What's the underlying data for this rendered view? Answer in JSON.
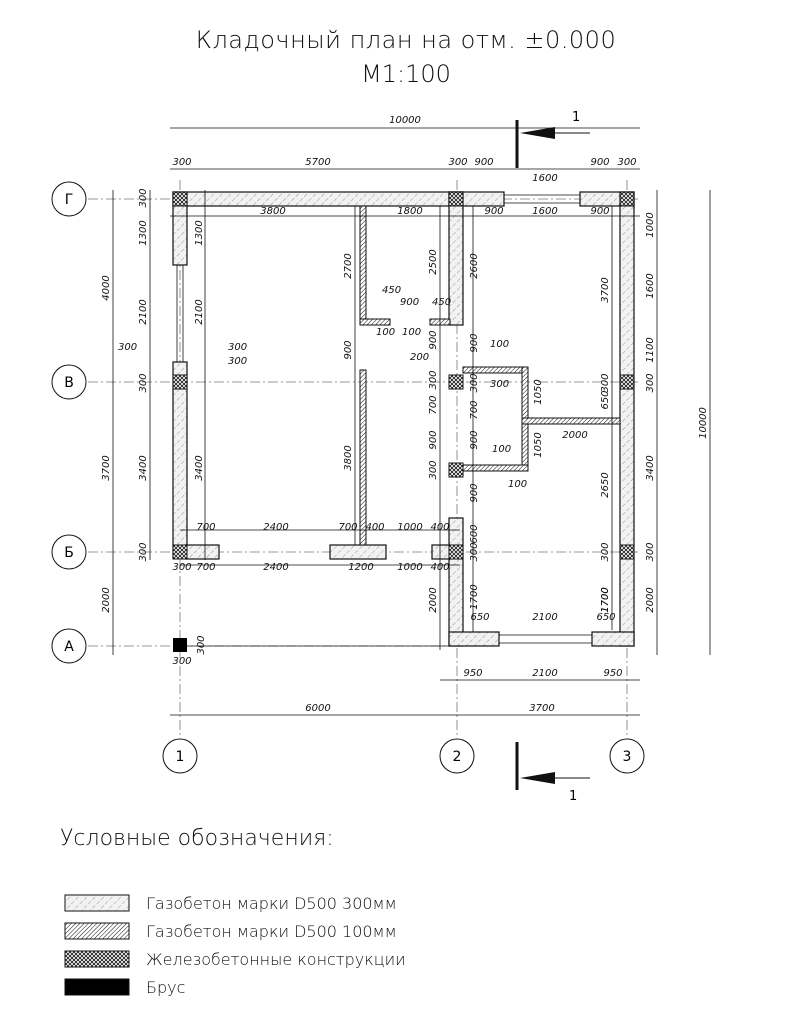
{
  "title": {
    "line1": "Кладочный план на отм. ±0.000",
    "line2": "М1:100"
  },
  "axes": {
    "letters": [
      "Г",
      "В",
      "Б",
      "А"
    ],
    "numbers": [
      "1",
      "2",
      "3"
    ]
  },
  "section_mark": "1",
  "dimensions": {
    "top_total": "10000",
    "top_row1": [
      "300",
      "5700",
      "300",
      "900",
      "1600",
      "900",
      "300"
    ],
    "top_row2": [
      "3800",
      "1800",
      "900",
      "1600",
      "900"
    ],
    "left_outer": [
      "4000",
      "3700",
      "2000"
    ],
    "left_inner": [
      "1300",
      "2100",
      "300",
      "3400",
      "300"
    ],
    "left_inner2": [
      "1300",
      "2100",
      "300",
      "300",
      "3400"
    ],
    "left_misc": [
      "300",
      "300",
      "300",
      "300"
    ],
    "right_total": "10000",
    "right_outer": [
      "1000",
      "1600",
      "1100",
      "300",
      "3400",
      "300",
      "2000"
    ],
    "right_inner": [
      "3700",
      "650",
      "300",
      "2650",
      "300",
      "1700"
    ],
    "interior": [
      "2700",
      "2500",
      "2600",
      "450",
      "900",
      "450",
      "100",
      "200",
      "900",
      "100",
      "900",
      "300",
      "700",
      "300",
      "300",
      "1050",
      "2000",
      "100",
      "1050",
      "900",
      "900",
      "300",
      "700",
      "100",
      "100",
      "900",
      "3800",
      "900"
    ],
    "b_axis_top": [
      "700",
      "2400",
      "700",
      "400",
      "1000",
      "400"
    ],
    "b_axis_bottom": [
      "300",
      "700",
      "2400",
      "1200",
      "1000",
      "400"
    ],
    "lower_right": [
      "600",
      "300",
      "2000",
      "1700",
      "650",
      "2100",
      "650",
      "2000",
      "1700",
      "950",
      "2100",
      "950"
    ],
    "column_a": [
      "300",
      "300"
    ],
    "bottom": [
      "6000",
      "3700"
    ]
  },
  "legend": {
    "title": "Условные обозначения:",
    "items": [
      {
        "label": "Газобетон марки D500 300мм",
        "pattern": "hatch-light"
      },
      {
        "label": "Газобетон марки D500 100мм",
        "pattern": "hatch-dense"
      },
      {
        "label": "Железобетонные конструкции",
        "pattern": "crosshatch"
      },
      {
        "label": "Брус",
        "pattern": "solid"
      }
    ]
  },
  "colors": {
    "ink": "#111111",
    "paper": "#ffffff"
  }
}
